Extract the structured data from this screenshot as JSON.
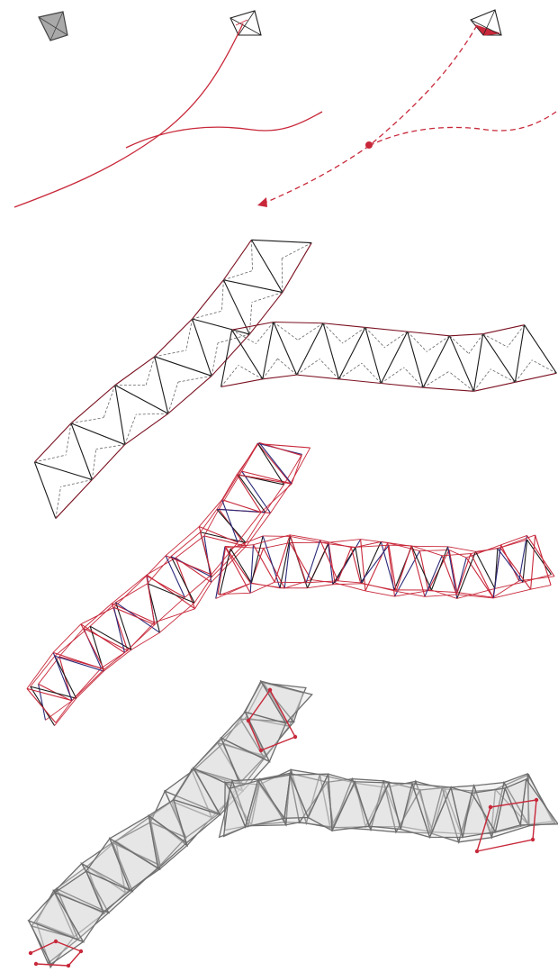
{
  "colors": {
    "red": "#c8283a",
    "dark_red": "#7a1020",
    "black": "#1a1a1a",
    "gray_dash": "#666666",
    "navy": "#2a2a7a",
    "mesh_gray": "#6e6e6e",
    "fill_gray": "#dcdcdc",
    "unit_fill": "#a9a9a9"
  },
  "panels": [
    {
      "id": "curves-and-unit",
      "description_visible": false
    },
    {
      "id": "skeleton-tetrahedra"
    },
    {
      "id": "perturbed-frame"
    },
    {
      "id": "final-mesh"
    }
  ]
}
